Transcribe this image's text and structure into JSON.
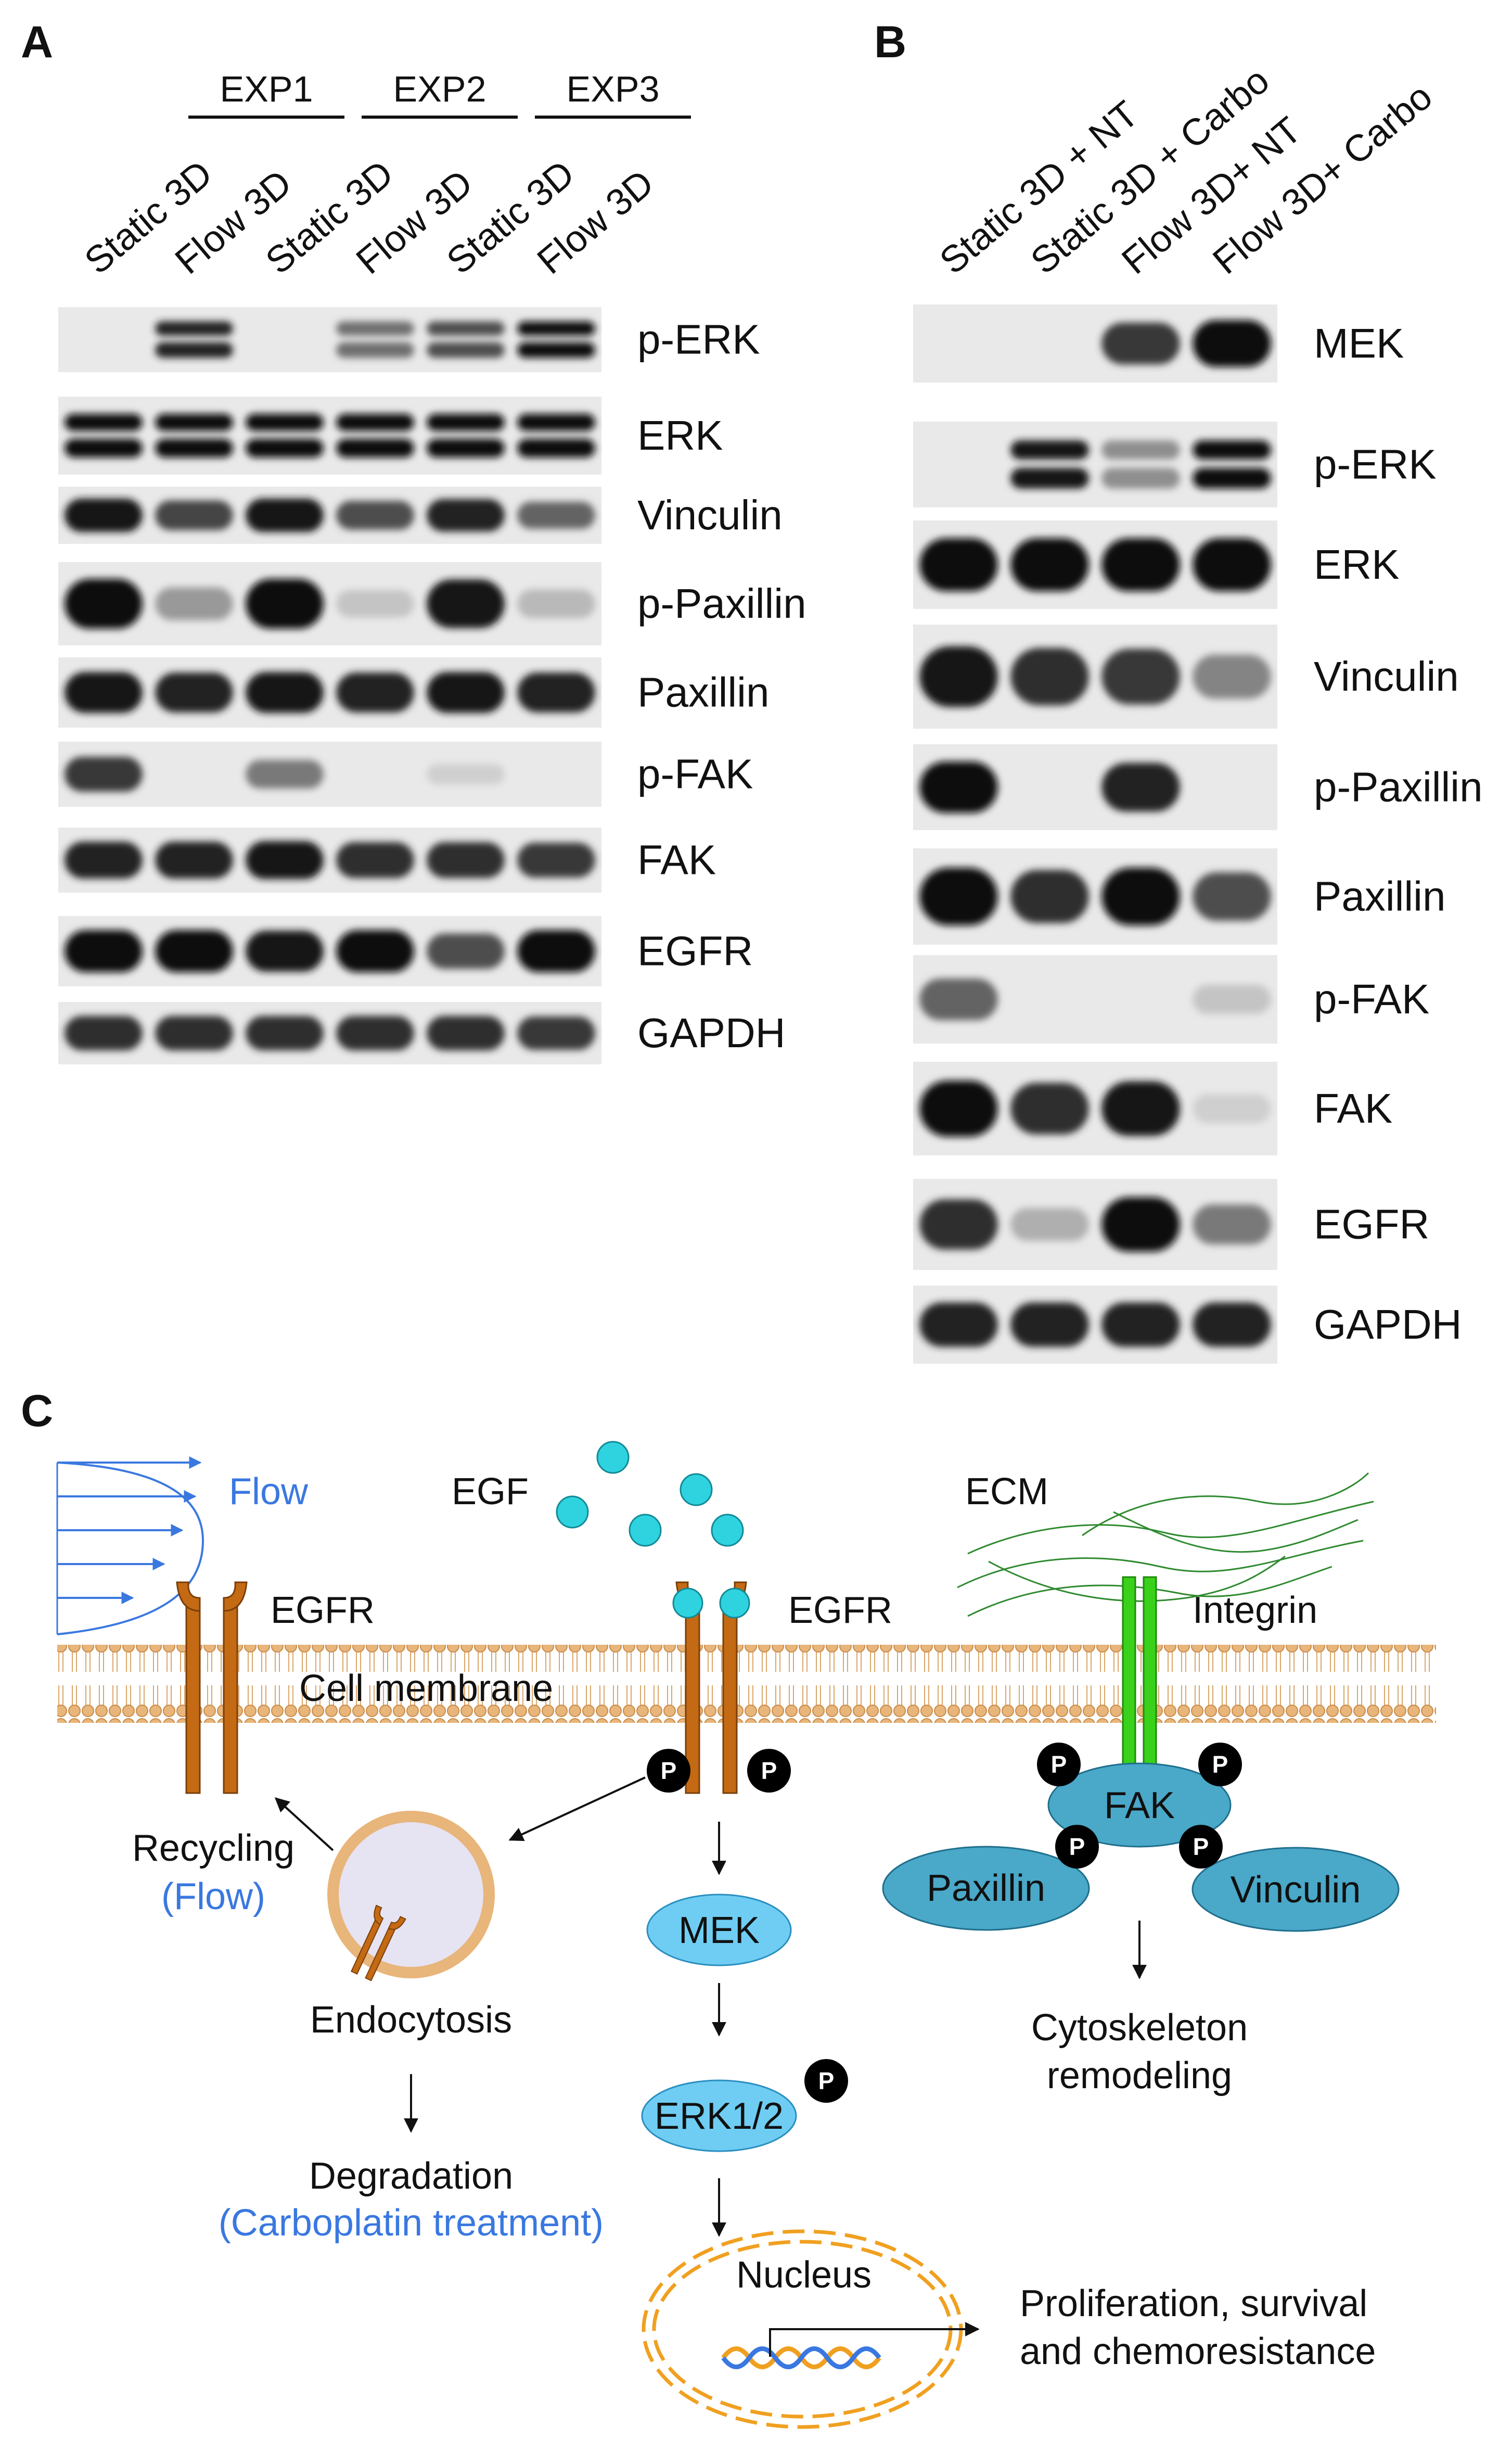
{
  "colors": {
    "flow_blue": "#3a78e0",
    "egfr_brown": "#c46a14",
    "membrane_tan": "#e8b57a",
    "egf_cyan": "#2fd3e0",
    "integrin_green": "#3ad11a",
    "fak_teal": "#4aa8c8",
    "mek_lightblue": "#6fcdf3",
    "ecm_green": "#2f8a2f",
    "phospho_black": "#000000",
    "vesicle_fill": "#e6e3f2",
    "dna_orange": "#f0a020",
    "dna_blue": "#3a78e0"
  },
  "panel_a": {
    "letter": "A",
    "experiments": [
      "EXP1",
      "EXP2",
      "EXP3"
    ],
    "lanes": [
      "Static 3D",
      "Flow 3D",
      "Static 3D",
      "Flow 3D",
      "Static 3D",
      "Flow 3D"
    ],
    "blots": [
      {
        "label": "p-ERK",
        "pattern": "doublet",
        "intensity": [
          0.0,
          0.9,
          0.0,
          0.55,
          0.7,
          1.0
        ]
      },
      {
        "label": "ERK",
        "pattern": "doublet",
        "intensity": [
          1.0,
          1.0,
          1.0,
          1.0,
          1.0,
          1.0
        ]
      },
      {
        "label": "Vinculin",
        "pattern": "single",
        "intensity": [
          0.95,
          0.75,
          0.95,
          0.7,
          0.9,
          0.6
        ]
      },
      {
        "label": "p-Paxillin",
        "pattern": "single",
        "intensity": [
          1.0,
          0.35,
          1.0,
          0.15,
          0.95,
          0.2
        ]
      },
      {
        "label": "Paxillin",
        "pattern": "single",
        "intensity": [
          0.95,
          0.9,
          0.95,
          0.9,
          0.95,
          0.9
        ]
      },
      {
        "label": "p-FAK",
        "pattern": "single",
        "intensity": [
          0.8,
          0.0,
          0.5,
          0.0,
          0.1,
          0.0
        ]
      },
      {
        "label": "FAK",
        "pattern": "single",
        "intensity": [
          0.9,
          0.9,
          0.95,
          0.85,
          0.85,
          0.8
        ]
      },
      {
        "label": "EGFR",
        "pattern": "single",
        "intensity": [
          1.0,
          1.0,
          0.95,
          1.0,
          0.7,
          1.0
        ]
      },
      {
        "label": "GAPDH",
        "pattern": "single",
        "intensity": [
          0.85,
          0.85,
          0.85,
          0.85,
          0.85,
          0.8
        ]
      }
    ]
  },
  "panel_b": {
    "letter": "B",
    "lanes": [
      "Static 3D  + NT",
      "Static 3D  + Carbo",
      "Flow  3D+ NT",
      "Flow 3D+  Carbo"
    ],
    "blots": [
      {
        "label": "MEK",
        "pattern": "single",
        "intensity": [
          0.0,
          0.0,
          0.8,
          1.0
        ]
      },
      {
        "label": "p-ERK",
        "pattern": "doublet",
        "intensity": [
          0.0,
          0.95,
          0.4,
          1.0
        ]
      },
      {
        "label": "ERK",
        "pattern": "single",
        "intensity": [
          1.0,
          1.0,
          1.0,
          1.0
        ]
      },
      {
        "label": "Vinculin",
        "pattern": "single",
        "intensity": [
          0.95,
          0.85,
          0.8,
          0.45
        ]
      },
      {
        "label": "p-Paxillin",
        "pattern": "single",
        "intensity": [
          1.0,
          0.0,
          0.9,
          0.0
        ]
      },
      {
        "label": "Paxillin",
        "pattern": "single",
        "intensity": [
          1.0,
          0.85,
          1.0,
          0.7
        ]
      },
      {
        "label": "p-FAK",
        "pattern": "single",
        "intensity": [
          0.6,
          0.0,
          0.0,
          0.15
        ]
      },
      {
        "label": "FAK",
        "pattern": "single",
        "intensity": [
          1.0,
          0.85,
          0.95,
          0.1
        ]
      },
      {
        "label": "EGFR",
        "pattern": "single",
        "intensity": [
          0.85,
          0.25,
          1.0,
          0.5
        ]
      },
      {
        "label": "GAPDH",
        "pattern": "single",
        "intensity": [
          0.9,
          0.9,
          0.9,
          0.9
        ]
      }
    ]
  },
  "panel_c": {
    "letter": "C",
    "flow": "Flow",
    "egf": "EGF",
    "egfr_left": "EGFR",
    "egfr_center": "EGFR",
    "cell_membrane": "Cell membrane",
    "ecm": "ECM",
    "integrin": "Integrin",
    "recycling": "Recycling",
    "recycling_note": "(Flow)",
    "endocytosis": "Endocytosis",
    "degradation": "Degradation",
    "degradation_note": "(Carboplatin treatment)",
    "mek": "MEK",
    "erk": "ERK1/2",
    "nucleus": "Nucleus",
    "outcome_line1": "Proliferation, survival",
    "outcome_line2": "and chemoresistance",
    "fak": "FAK",
    "paxillin": "Paxillin",
    "vinculin": "Vinculin",
    "cyto_line1": "Cytoskeleton",
    "cyto_line2": "remodeling",
    "phospho": "P"
  }
}
